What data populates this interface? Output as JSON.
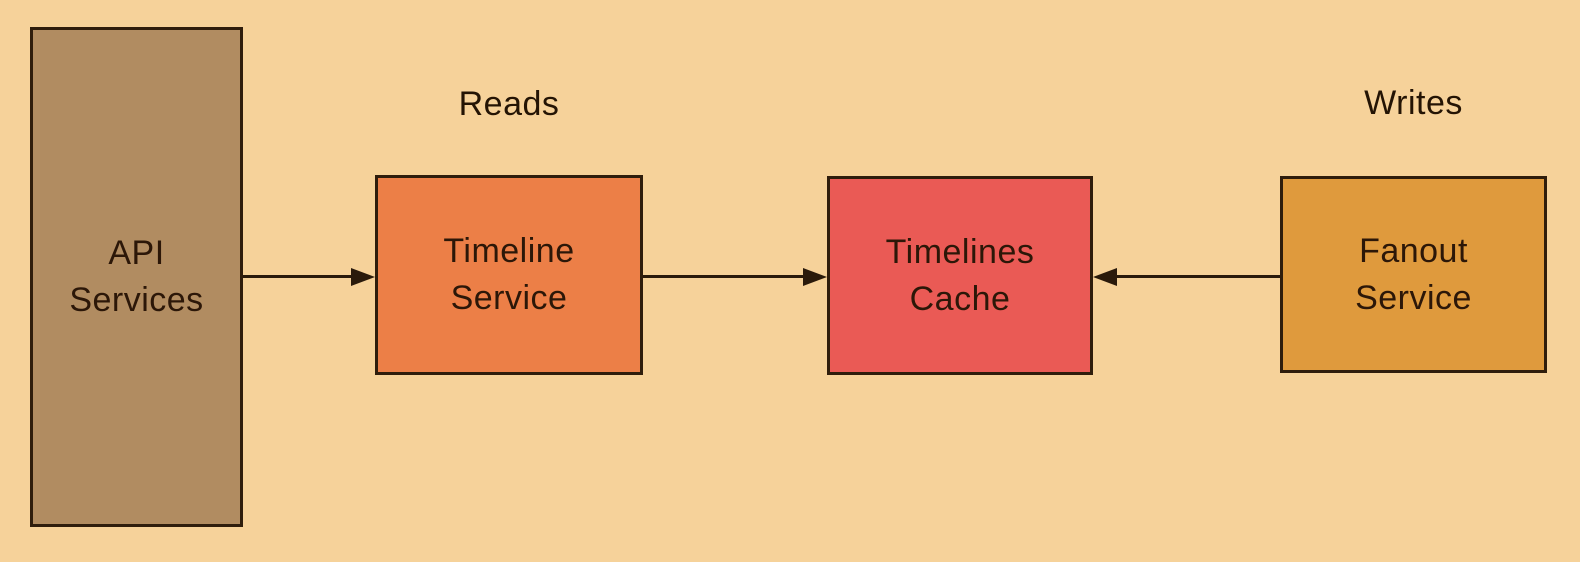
{
  "diagram": {
    "background_color": "#f6d29a",
    "outline_color": "#2f1d0c",
    "text_color": "#2c1708",
    "arrow_color": "#2a1a0b",
    "flow_labels": {
      "reads": "Reads",
      "writes": "Writes"
    },
    "nodes": {
      "api_services": {
        "label": "API\nServices",
        "fill": "#b18c61"
      },
      "timeline_service": {
        "label": "Timeline\nService",
        "fill": "#ec7f47"
      },
      "timelines_cache": {
        "label": "Timelines\nCache",
        "fill": "#ea5a55"
      },
      "fanout_service": {
        "label": "Fanout\nService",
        "fill": "#df9a3d"
      }
    },
    "edges": [
      {
        "from": "api_services",
        "to": "timeline_service",
        "direction": "right"
      },
      {
        "from": "timeline_service",
        "to": "timelines_cache",
        "direction": "right"
      },
      {
        "from": "fanout_service",
        "to": "timelines_cache",
        "direction": "left"
      }
    ]
  }
}
